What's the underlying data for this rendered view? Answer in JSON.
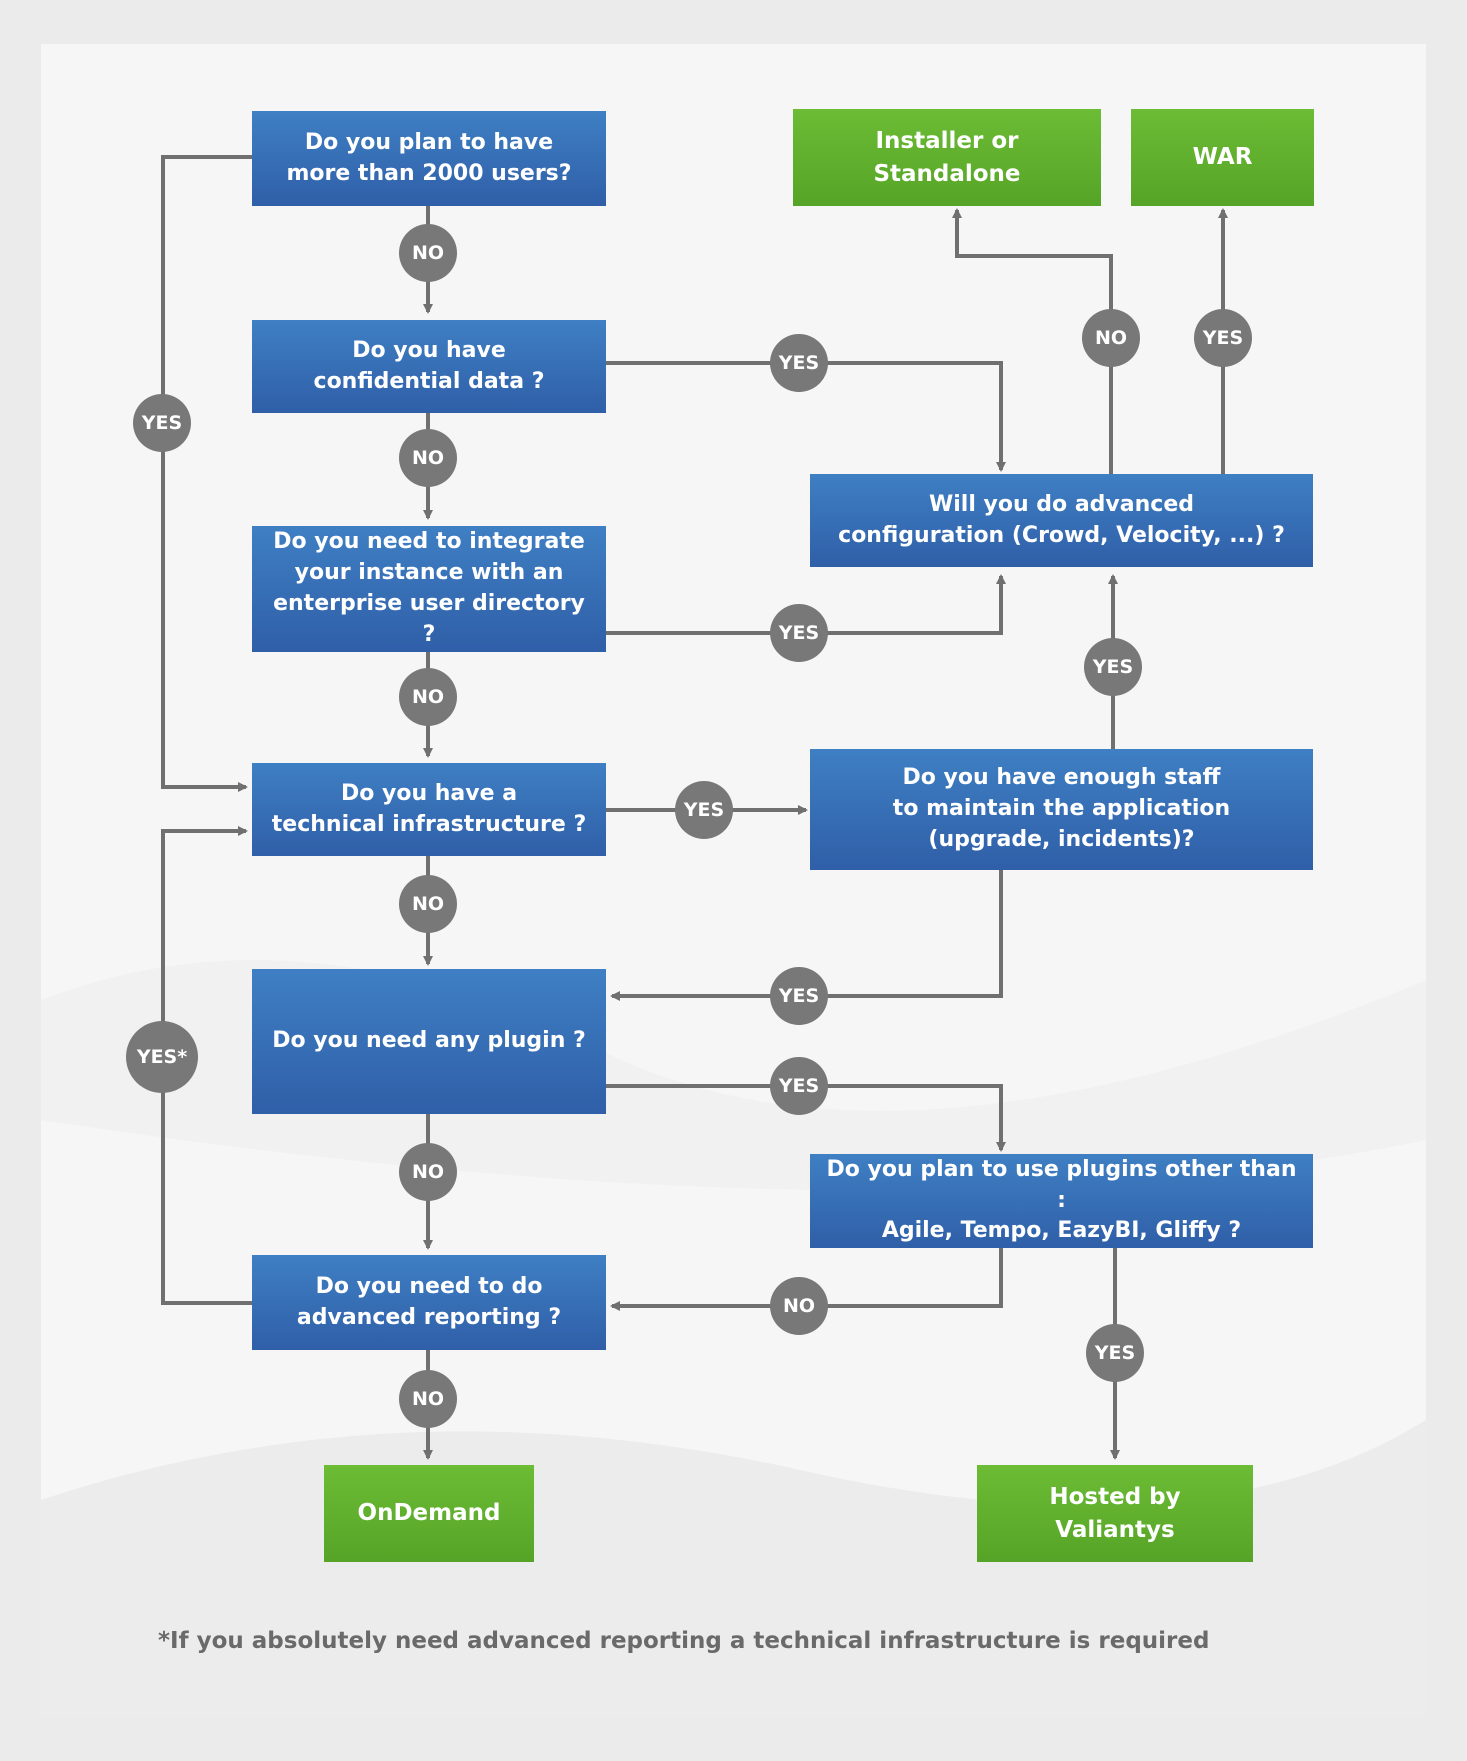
{
  "questions": {
    "q_users": "Do you plan to have\nmore than 2000 users?",
    "q_confidential": "Do you have\nconfidential data ?",
    "q_integrate": "Do you need to integrate\nyour instance with an\nenterprise user directory ?",
    "q_infra": "Do you have a\ntechnical infrastructure ?",
    "q_plugin": "Do you need any plugin ?",
    "q_reporting": "Do you need to do\nadvanced reporting ?",
    "q_advanced": "Will you do advanced\nconfiguration (Crowd, Velocity, ...) ?",
    "q_staff": "Do you have enough staff\nto maintain the application\n(upgrade, incidents)?",
    "q_plugins_other": "Do you plan to use plugins other than :\nAgile, Tempo, EazyBI, Gliffy ?"
  },
  "answers": {
    "installer": "Installer or Standalone",
    "war": "WAR",
    "ondemand": "OnDemand",
    "hosted": "Hosted by Valiantys"
  },
  "labels": {
    "yes": "YES",
    "no": "NO",
    "yes_star": "YES*"
  },
  "footnote": "*If you absolutely need advanced reporting a technical infrastructure is required",
  "colors": {
    "question": "#2f5fa8",
    "answer": "#56a427",
    "badge": "#787878",
    "connector": "#707070",
    "background": "#ebebeb",
    "panel": "#f6f6f6"
  }
}
